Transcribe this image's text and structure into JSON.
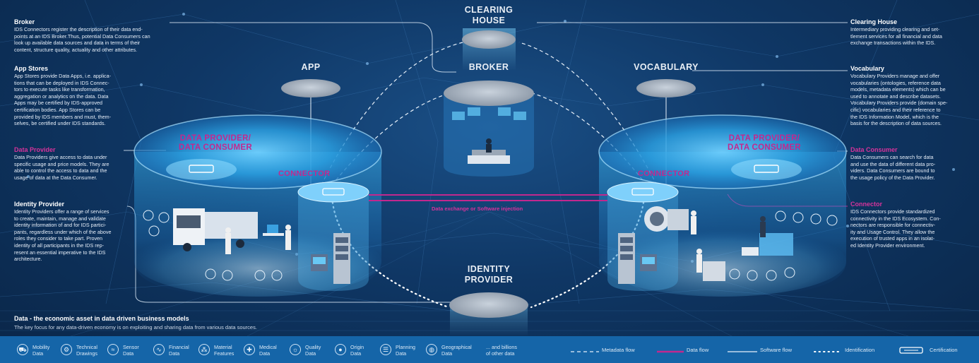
{
  "colors": {
    "magenta": "#c2288e",
    "background": "#0f3765",
    "bottom_bar": "#1565a8",
    "cylinder_glow": "#2aa6e8"
  },
  "left_blocks": [
    {
      "title": "Broker",
      "title_color": "white",
      "lines": [
        "IDS Connectors register the description of their data end-",
        "points at an IDS Broker.Thus, potential Data Consumers can",
        "look up available data sources and data in terms of their",
        "content, structure quality, actuality and other attributes."
      ]
    },
    {
      "title": "App Stores",
      "title_color": "white",
      "lines": [
        "App Stores provide Data Apps, i.e. applica-",
        "tions that can be deployed in IDS Connec-",
        "tors to execute tasks like transformation,",
        "aggregation or analytics on the data. Data",
        "Apps may be certified by IDS-approved",
        "certification bodies. App Stores can be",
        "provided by IDS members and must, them-",
        "selves, be certified under IDS standards."
      ]
    },
    {
      "title": "Data Provider",
      "title_color": "magenta",
      "lines": [
        "Data Providers give access to data under",
        "specific usage and price models. They are",
        "able to control the access to data and the",
        "usage of data at the Data Consumer."
      ]
    },
    {
      "title": "Identity Provider",
      "title_color": "white",
      "lines": [
        "Identity Providers offer a range of services",
        "to create, maintain, manage and validate",
        "identity information of and for IDS partici-",
        "pants, regardless under which of the above",
        "roles they consider to take part. Proven",
        "identity of all participants in the IDS rep-",
        "resent an essential imperative to the IDS",
        "architecture."
      ]
    }
  ],
  "right_blocks": [
    {
      "title": "Clearing House",
      "title_color": "white",
      "lines": [
        "Intermediary providing clearing and set-",
        "tlement services for all financial and data",
        "exchange transactions within the IDS."
      ]
    },
    {
      "title": "Vocabulary",
      "title_color": "white",
      "lines": [
        "Vocabulary Providers manage and offer",
        "vocabularies (ontologies, reference data",
        "models, metadata elements) which can be",
        "used to annotate and describe datasets.",
        "Vocabulary Providers provide (domain spe-",
        "cific) vocabularies and their reference to",
        "the IDS Information Model, which is the",
        "basis for the description of data sources."
      ]
    },
    {
      "title": "Data Consumer",
      "title_color": "magenta",
      "lines": [
        "Data Consumers can search for data",
        "and use the data of different data pro-",
        "viders.  Data Consumers are bound to",
        "the usage policy of the Data Provider."
      ]
    },
    {
      "title": "Connector",
      "title_color": "magenta",
      "lines": [
        "IDS Connectors provide standardized",
        "connectivity in the IDS Ecosystem. Con-",
        "nectors are responsible for connectiv-",
        "ity and Usage Control. They allow the",
        "execution of trusted apps in an isolat-",
        "ed Identity Provider environment."
      ]
    }
  ],
  "nodes": {
    "clearing_house": [
      "CLEARING",
      "HOUSE"
    ],
    "broker": "BROKER",
    "app": "APP",
    "vocabulary": "VOCABULARY",
    "identity_provider": [
      "IDENTITY",
      "PROVIDER"
    ]
  },
  "participants": {
    "left_role": [
      "DATA PROVIDER/",
      "DATA CONSUMER"
    ],
    "right_role": [
      "DATA PROVIDER/",
      "DATA CONSUMER"
    ],
    "left_connector": "CONNECTOR",
    "right_connector": "CONNECTOR",
    "exchange_label": "Data exchange or Software injection"
  },
  "bottom": {
    "title": "Data - the economic asset in data driven business models",
    "subtitle": "The key focus for any data-driven economy is on exploiting and sharing data from various data sources."
  },
  "categories": [
    {
      "label": "Mobility\nData",
      "icon": "car-icon"
    },
    {
      "label": "Technical\nDrawings",
      "icon": "gear-icon"
    },
    {
      "label": "Sensor\nData",
      "icon": "sensor-icon"
    },
    {
      "label": "Financial\nData",
      "icon": "chart-icon"
    },
    {
      "label": "Material\nFeatures",
      "icon": "molecule-icon"
    },
    {
      "label": "Medical\nData",
      "icon": "medical-cross-icon"
    },
    {
      "label": "Quality\nData",
      "icon": "bulb-icon"
    },
    {
      "label": "Origin\nData",
      "icon": "location-pin-icon"
    },
    {
      "label": "Planning\nData",
      "icon": "document-icon"
    },
    {
      "label": "Geographical\nData",
      "icon": "globe-icon"
    },
    {
      "label": "... and billions\nof other data",
      "icon": ""
    }
  ],
  "legend": [
    {
      "label": "Metadata flow",
      "style": "dashed"
    },
    {
      "label": "Data flow",
      "style": "magenta"
    },
    {
      "label": "Software flow",
      "style": "solid"
    },
    {
      "label": "Identification",
      "style": "dotted"
    },
    {
      "label": "Certification",
      "style": "certificate"
    }
  ]
}
